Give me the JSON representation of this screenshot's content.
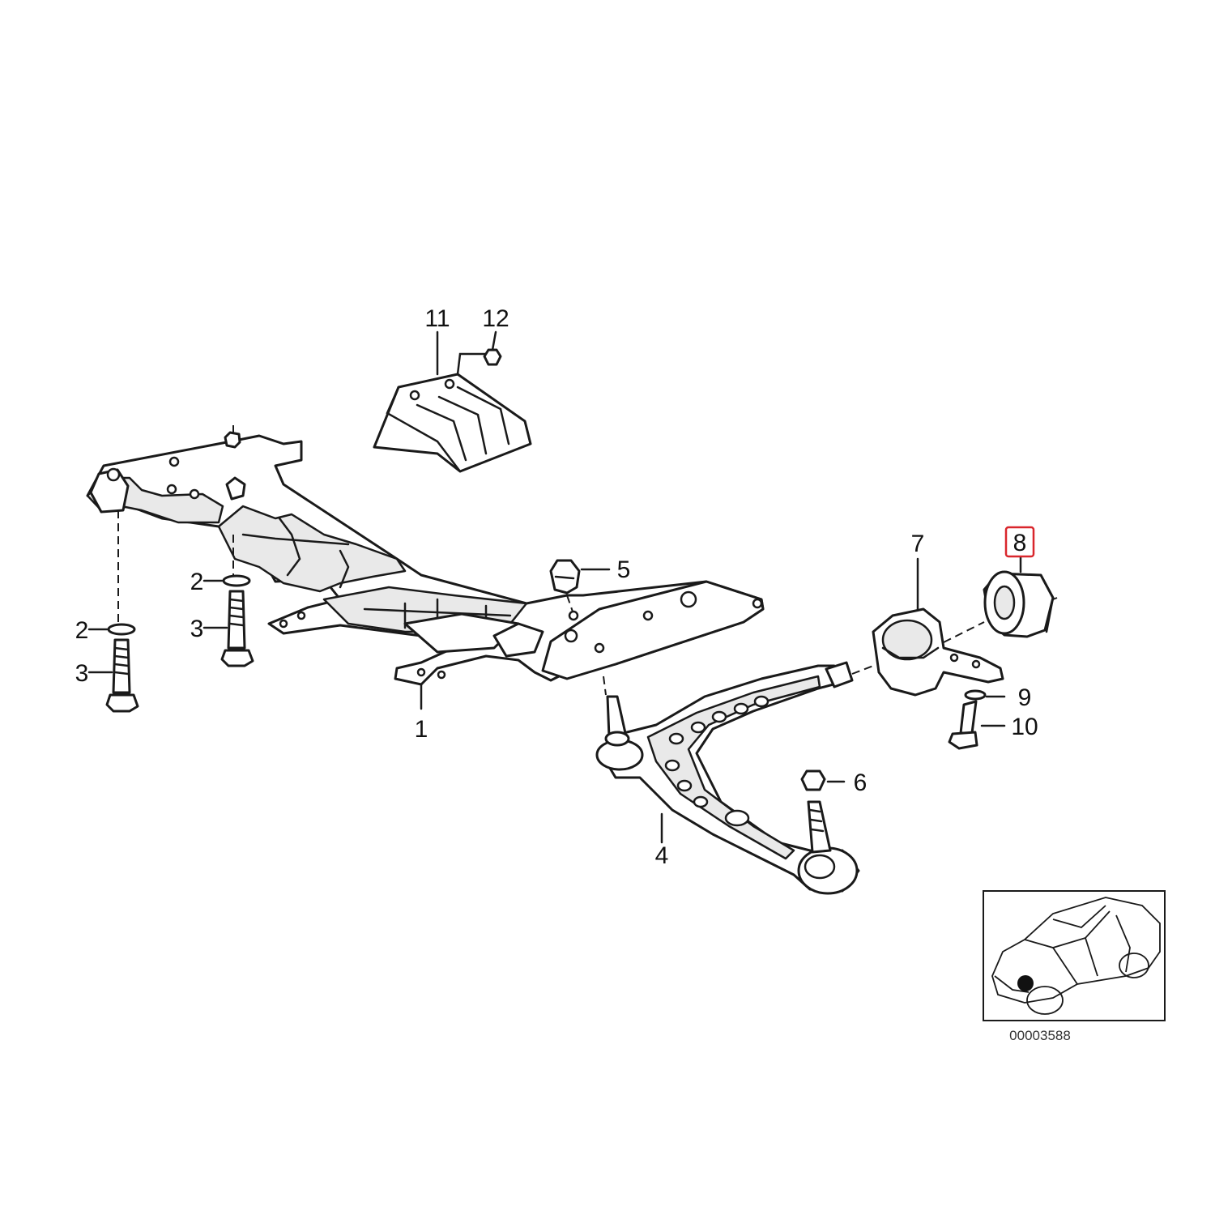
{
  "diagram": {
    "callouts": [
      {
        "id": "c1",
        "text": "1"
      },
      {
        "id": "c2a",
        "text": "2"
      },
      {
        "id": "c2b",
        "text": "2"
      },
      {
        "id": "c3a",
        "text": "3"
      },
      {
        "id": "c3b",
        "text": "3"
      },
      {
        "id": "c4",
        "text": "4"
      },
      {
        "id": "c5",
        "text": "5"
      },
      {
        "id": "c6",
        "text": "6"
      },
      {
        "id": "c7",
        "text": "7"
      },
      {
        "id": "c8",
        "text": "8",
        "highlighted": true
      },
      {
        "id": "c9",
        "text": "9"
      },
      {
        "id": "c10",
        "text": "10"
      },
      {
        "id": "c11",
        "text": "11"
      },
      {
        "id": "c12",
        "text": "12"
      }
    ],
    "highlight_color": "#d9262c",
    "inset_code": "00003588"
  }
}
